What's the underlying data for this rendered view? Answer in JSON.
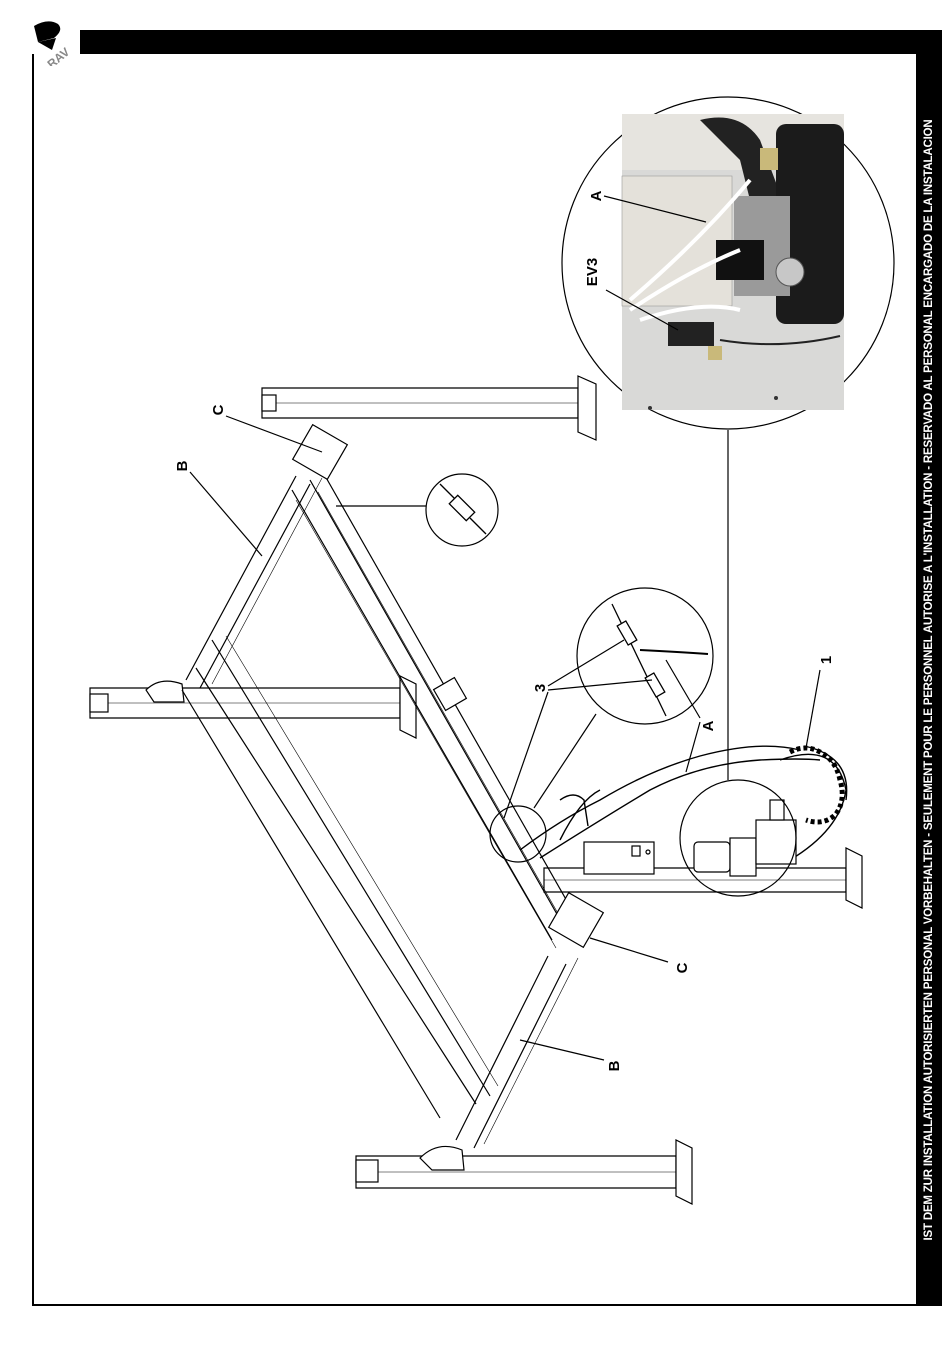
{
  "page": {
    "side_banner": "IST DEM ZUR INSTALLATION AUTORISIERTEN PERSONAL VORBEHALTEN - SEULEMENT POUR LE PERSONNEL AUTORISE A L'INSTALLATION - RESERVADO AL PERSONAL ENCARGADO DE LA INSTALACION"
  },
  "logo": {
    "letters": "RAV"
  },
  "labels": {
    "a_photo": "A",
    "ev3": "EV3",
    "a_detail": "A",
    "three": "3",
    "one": "1",
    "b_top": "B",
    "c_top": "C",
    "c_bottom": "C",
    "b_bottom": "B"
  }
}
